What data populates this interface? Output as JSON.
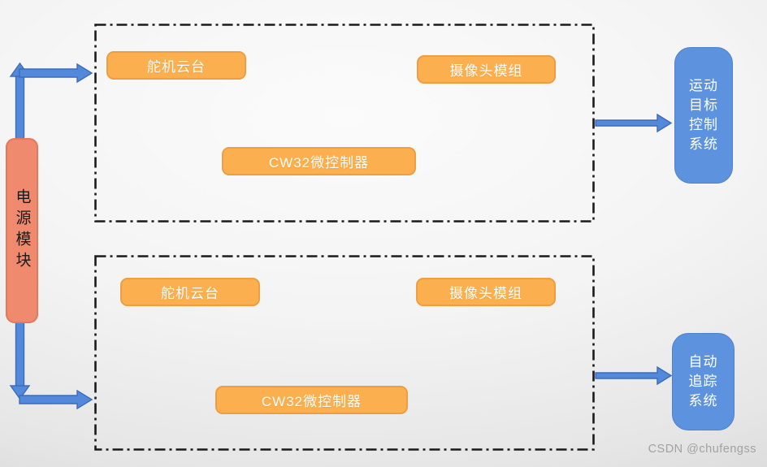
{
  "watermark": "CSDN @chufengss",
  "colors": {
    "module_orange_fill": "#FBAF4E",
    "module_orange_border": "#EE9D41",
    "output_blue_fill": "#5C92DE",
    "power_salmon_fill": "#EF8A6E",
    "arrow_blue_fill": "#5389DB",
    "arrow_blue_border": "#3D6CB8",
    "dashed_border_black": "#1A1A1A"
  },
  "power_module": {
    "label": "电源模块"
  },
  "subsystem_1": {
    "servo_gimbal": "舵机云台",
    "camera_module": "摄像头模组",
    "mcu": "CW32微控制器"
  },
  "subsystem_2": {
    "servo_gimbal": "舵机云台",
    "camera_module": "摄像头模组",
    "mcu": "CW32微控制器"
  },
  "outputs": {
    "motion_target_control_system": "运动\n目标\n控制\n系统",
    "auto_tracking_system": "自动\n追踪\n系统"
  }
}
